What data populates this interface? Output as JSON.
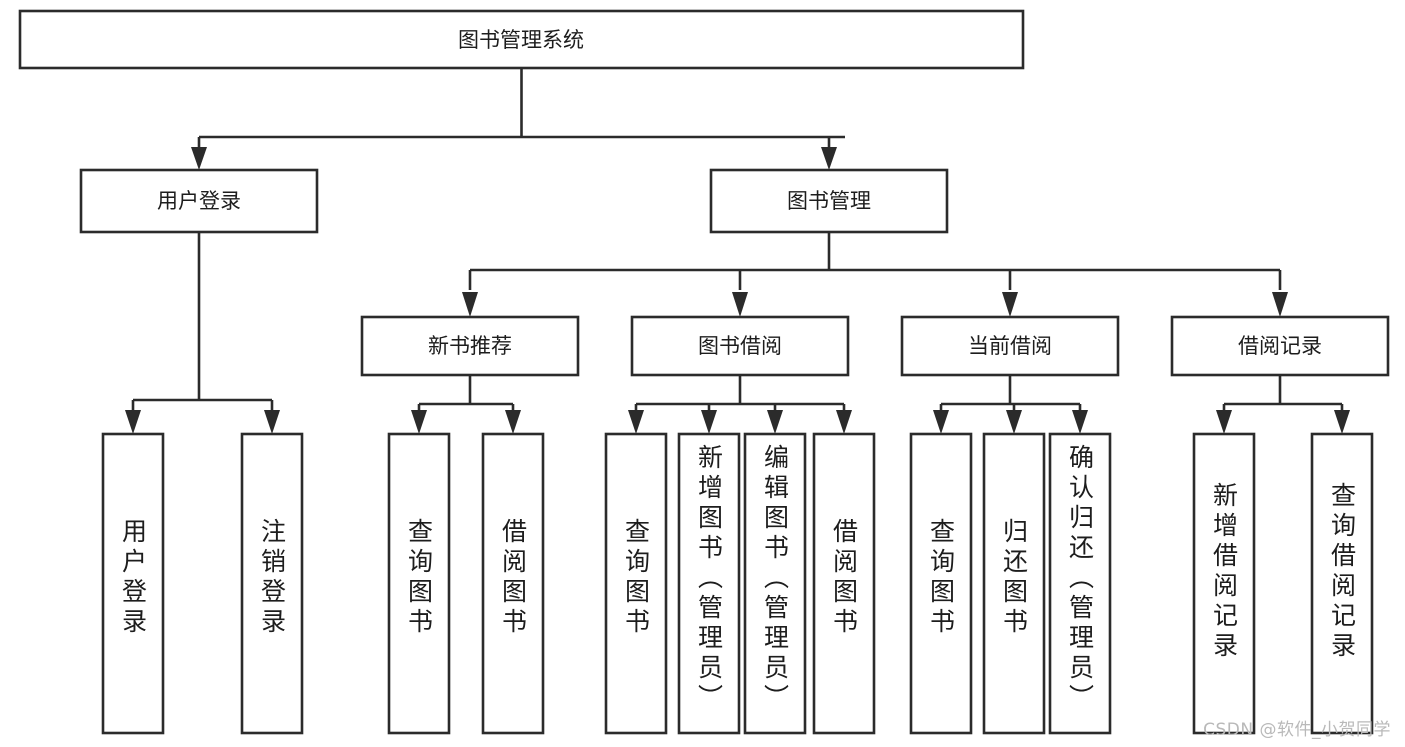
{
  "diagram": {
    "type": "tree-hierarchy",
    "title": "图书管理系统",
    "watermark": "CSDN @软件_小贺同学",
    "colors": {
      "stroke": "#2b2b2b",
      "box_fill": "#ffffff",
      "text": "#1d1d1d",
      "background": "#ffffff",
      "watermark": "#b9b9b9"
    },
    "levels": {
      "root": {
        "label": "图书管理系统"
      },
      "level2": [
        {
          "label": "用户登录"
        },
        {
          "label": "图书管理"
        }
      ],
      "level3": [
        {
          "label": "新书推荐"
        },
        {
          "label": "图书借阅"
        },
        {
          "label": "当前借阅"
        },
        {
          "label": "借阅记录"
        }
      ],
      "leaves": {
        "user_login": [
          {
            "label": "用户登录"
          },
          {
            "label": "注销登录"
          }
        ],
        "new_book": [
          {
            "label": "查询图书"
          },
          {
            "label": "借阅图书"
          }
        ],
        "book_borrow": [
          {
            "label": "查询图书"
          },
          {
            "label": "新增图书（管理员）"
          },
          {
            "label": "编辑图书（管理员）"
          },
          {
            "label": "借阅图书"
          }
        ],
        "current_borrow": [
          {
            "label": "查询图书"
          },
          {
            "label": "归还图书"
          },
          {
            "label": "确认归还（管理员）"
          }
        ],
        "borrow_record": [
          {
            "label": "新增借阅记录"
          },
          {
            "label": "查询借阅记录"
          }
        ]
      }
    }
  }
}
